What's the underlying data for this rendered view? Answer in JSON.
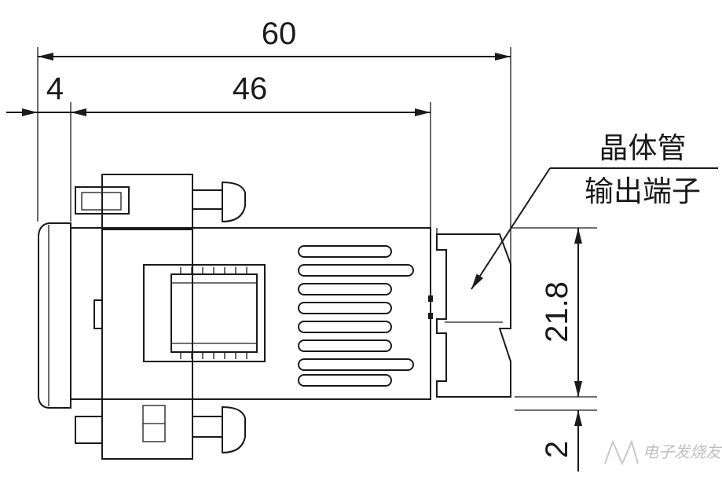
{
  "diagram": {
    "dimensions": {
      "overall_length": "60",
      "front_bezel": "4",
      "body_length": "46",
      "terminal_height": "21.8",
      "terminal_offset": "2"
    },
    "callout": {
      "line1": "晶体管",
      "line2": "输出端子"
    },
    "watermark": "电子发烧友"
  }
}
